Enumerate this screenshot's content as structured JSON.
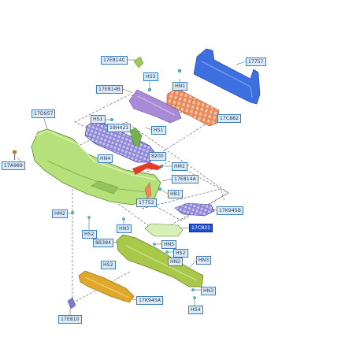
{
  "labels": {
    "l17E814C": "17E814C",
    "l17757a": "17757",
    "lHS3": "HS3",
    "lHN1": "HN1",
    "l17E814B": "17E814B",
    "l17D957": "17D957",
    "lHS1a": "HS1",
    "l17C882": "17C882",
    "l19H421": "19H421",
    "lHS1b": "HS1",
    "l17A989": "17A989",
    "lHN4": "HN4",
    "l8200": "8200",
    "lHM1": "HM1",
    "l17E814A": "17E814A",
    "lHB1": "HB1",
    "l17752": "17752",
    "l17K945B": "17K945B",
    "lHM2": "HM2",
    "lHN3a": "HN3",
    "lHS2a": "HS2",
    "lSel": "17C831",
    "l8B384": "8B384",
    "lHN5": "HN5",
    "lHS2b": "HS2",
    "lHN2": "HN2",
    "lHS2c": "HS2",
    "lHN3b": "HN3",
    "lHN3c": "HN3",
    "l17K945A": "17K945A",
    "lHS4": "HS4",
    "l17E810": "17E810"
  },
  "colors": {
    "bumper": "#b6e07a",
    "grille": "#8e86d6",
    "absorber": "#e8895a",
    "beam": "#3e6fe0",
    "shield": "#a9c84a",
    "deflector": "#e0a82a",
    "bracket": "#a98ad6",
    "label_bg": "#dde9f5",
    "label_border": "#3a7fbf",
    "selected": "#1f4fd9"
  }
}
